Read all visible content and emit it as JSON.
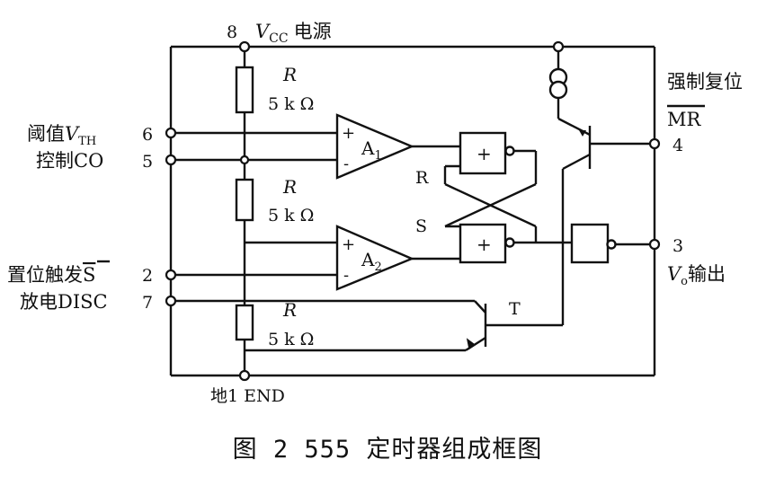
{
  "top": {
    "pin_number": "8",
    "vcc_symbol": "V",
    "vcc_subscript": "CC",
    "vcc_text": "电源"
  },
  "resistors": [
    {
      "name": "R",
      "value": "5 k Ω"
    },
    {
      "name": "R",
      "value": "5 k Ω"
    },
    {
      "name": "R",
      "value": "5 k Ω"
    }
  ],
  "comparators": [
    {
      "symbol": "A",
      "subscript": "1",
      "plus": "+",
      "minus": "-"
    },
    {
      "symbol": "A",
      "subscript": "2",
      "plus": "+",
      "minus": "-"
    }
  ],
  "gates": {
    "upper": "+",
    "lower": "+"
  },
  "latch": {
    "r_label": "R",
    "s_label": "S"
  },
  "transistor": {
    "label": "T"
  },
  "left_pins": {
    "threshold_text": "阈值",
    "threshold_symbol": "V",
    "threshold_subscript": "TH",
    "threshold_number": "6",
    "control_text": "控制CO",
    "control_number": "5",
    "trigger_text": "置位触发",
    "trigger_symbol": "S",
    "trigger_number": "2",
    "discharge_text": "放电DISC",
    "discharge_number": "7"
  },
  "right_pins": {
    "reset_text": "强制复位",
    "reset_symbol": "MR",
    "reset_number": "4",
    "output_number": "3",
    "output_symbol": "V",
    "output_subscript": "o",
    "output_text": "输出"
  },
  "ground_label": "地1 END",
  "caption": "图 2  555 定时器组成框图"
}
